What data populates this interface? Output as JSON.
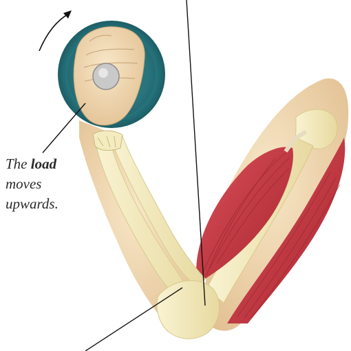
{
  "caption": {
    "line1_prefix": "The ",
    "line1_bold": "load",
    "line2": "moves",
    "line3": "upwards."
  },
  "colors": {
    "skin": "#f0d9b0",
    "skin_shadow": "#d9b78a",
    "bone": "#f7efc4",
    "bone_edge": "#d8c98a",
    "muscle": "#c83a45",
    "muscle_dark": "#9c2430",
    "weight_rim": "#2b7d86",
    "weight_dark": "#1d5c64",
    "line": "#111111"
  }
}
